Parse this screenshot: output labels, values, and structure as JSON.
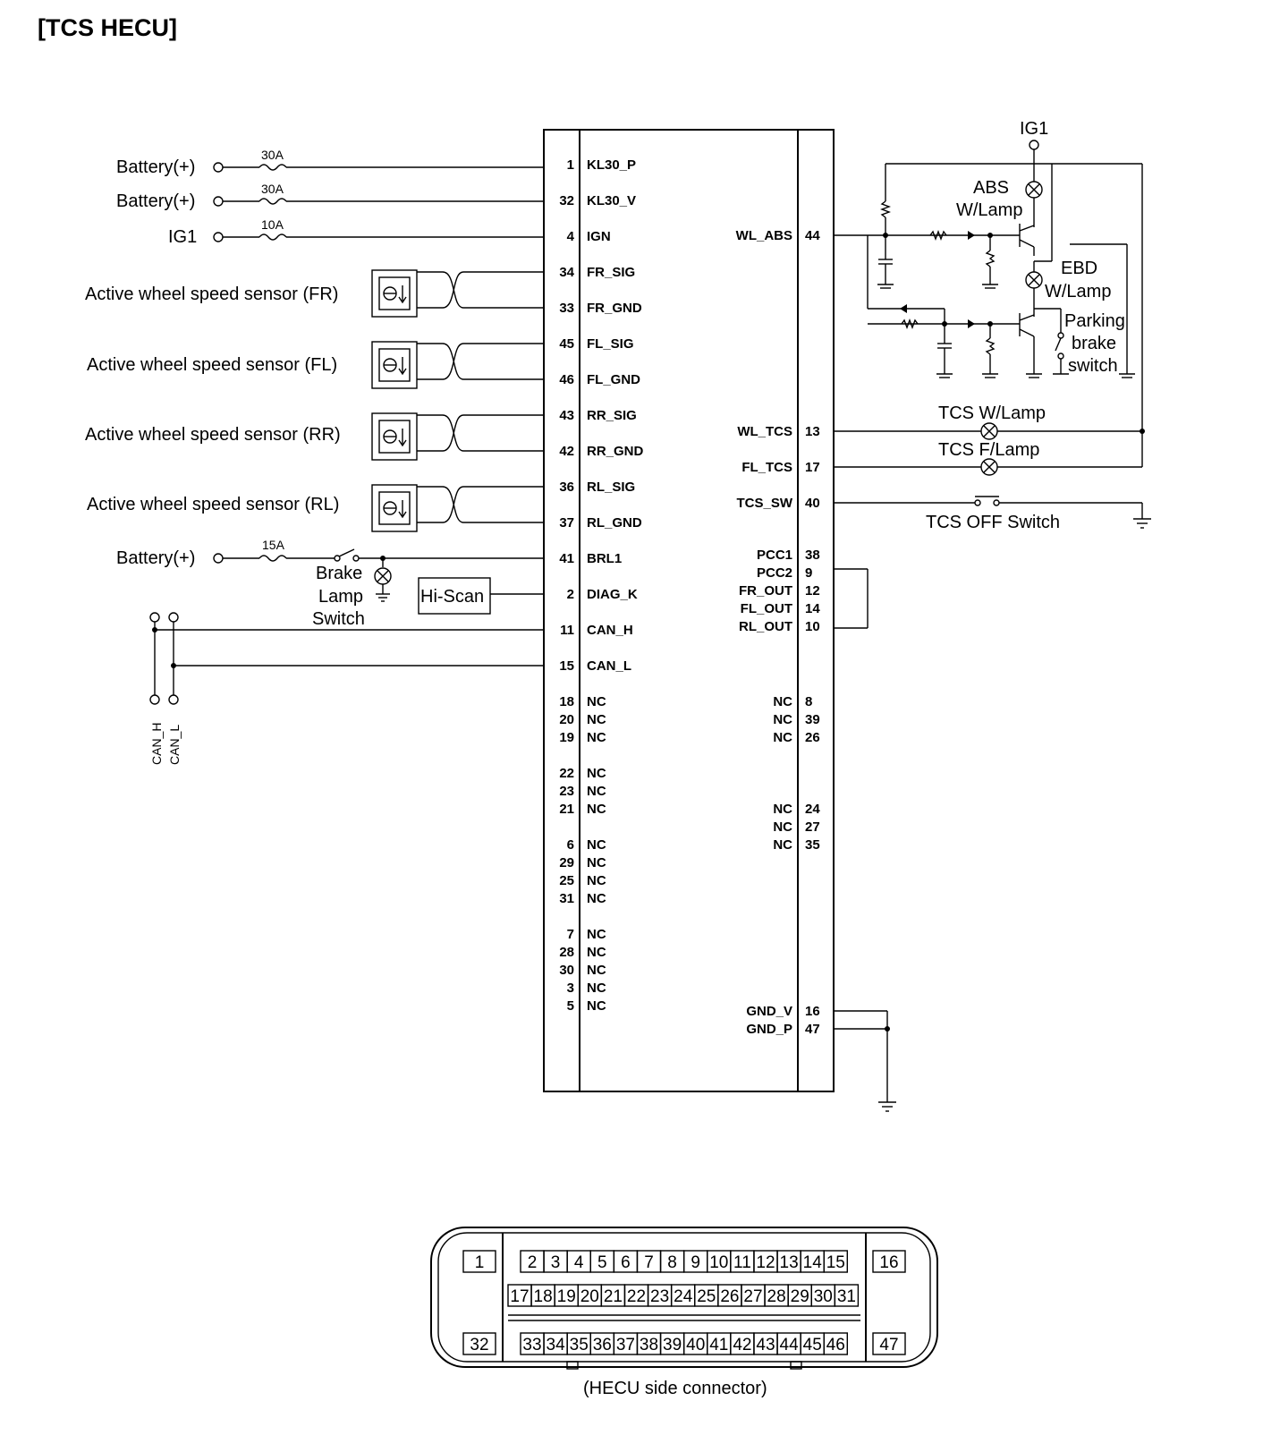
{
  "title": "[TCS   HECU]",
  "left_inputs": {
    "battery_1": "Battery(+)",
    "battery_2": "Battery(+)",
    "ig1": "IG1",
    "battery_3": "Battery(+)",
    "fuse_30a_1": "30A",
    "fuse_30a_2": "30A",
    "fuse_10a": "10A",
    "fuse_15a": "15A"
  },
  "sensors": {
    "fr": "Active wheel speed sensor (FR)",
    "fl": "Active wheel speed sensor (FL)",
    "rr": "Active wheel speed sensor (RR)",
    "rl": "Active wheel speed sensor (RL)"
  },
  "brake": {
    "line1": "Brake",
    "line2": "Lamp",
    "line3": "Switch"
  },
  "hiscan": "Hi-Scan",
  "can": {
    "h": "CAN_H",
    "l": "CAN_L"
  },
  "ecu_left_pins": [
    {
      "pin": "1",
      "signal": "KL30_P"
    },
    {
      "pin": "32",
      "signal": "KL30_V"
    },
    {
      "pin": "4",
      "signal": "IGN"
    },
    {
      "pin": "34",
      "signal": "FR_SIG"
    },
    {
      "pin": "33",
      "signal": "FR_GND"
    },
    {
      "pin": "45",
      "signal": "FL_SIG"
    },
    {
      "pin": "46",
      "signal": "FL_GND"
    },
    {
      "pin": "43",
      "signal": "RR_SIG"
    },
    {
      "pin": "42",
      "signal": "RR_GND"
    },
    {
      "pin": "36",
      "signal": "RL_SIG"
    },
    {
      "pin": "37",
      "signal": "RL_GND"
    },
    {
      "pin": "41",
      "signal": "BRL1"
    },
    {
      "pin": "2",
      "signal": "DIAG_K"
    },
    {
      "pin": "11",
      "signal": "CAN_H"
    },
    {
      "pin": "15",
      "signal": "CAN_L"
    },
    {
      "pin": "18",
      "signal": "NC"
    },
    {
      "pin": "20",
      "signal": "NC"
    },
    {
      "pin": "19",
      "signal": "NC"
    },
    {
      "pin": "22",
      "signal": "NC"
    },
    {
      "pin": "23",
      "signal": "NC"
    },
    {
      "pin": "21",
      "signal": "NC"
    },
    {
      "pin": "6",
      "signal": "NC"
    },
    {
      "pin": "29",
      "signal": "NC"
    },
    {
      "pin": "25",
      "signal": "NC"
    },
    {
      "pin": "31",
      "signal": "NC"
    },
    {
      "pin": "7",
      "signal": "NC"
    },
    {
      "pin": "28",
      "signal": "NC"
    },
    {
      "pin": "30",
      "signal": "NC"
    },
    {
      "pin": "3",
      "signal": "NC"
    },
    {
      "pin": "5",
      "signal": "NC"
    }
  ],
  "ecu_right_pins": [
    {
      "pin": "44",
      "signal": "WL_ABS"
    },
    {
      "pin": "13",
      "signal": "WL_TCS"
    },
    {
      "pin": "17",
      "signal": "FL_TCS"
    },
    {
      "pin": "40",
      "signal": "TCS_SW"
    },
    {
      "pin": "38",
      "signal": "PCC1"
    },
    {
      "pin": "9",
      "signal": "PCC2"
    },
    {
      "pin": "12",
      "signal": "FR_OUT"
    },
    {
      "pin": "14",
      "signal": "FL_OUT"
    },
    {
      "pin": "10",
      "signal": "RL_OUT"
    },
    {
      "pin": "8",
      "signal": "NC"
    },
    {
      "pin": "39",
      "signal": "NC"
    },
    {
      "pin": "26",
      "signal": "NC"
    },
    {
      "pin": "24",
      "signal": "NC"
    },
    {
      "pin": "27",
      "signal": "NC"
    },
    {
      "pin": "35",
      "signal": "NC"
    },
    {
      "pin": "16",
      "signal": "GND_V"
    },
    {
      "pin": "47",
      "signal": "GND_P"
    }
  ],
  "right_side": {
    "ig1": "IG1",
    "abs_1": "ABS",
    "abs_2": "W/Lamp",
    "ebd_1": "EBD",
    "ebd_2": "W/Lamp",
    "park_1": "Parking",
    "park_2": "brake",
    "park_3": "switch",
    "tcs_wlamp": "TCS W/Lamp",
    "tcs_flamp": "TCS F/Lamp",
    "tcs_off": "TCS OFF Switch"
  },
  "connector": {
    "caption": "(HECU side connector)",
    "left_top": "1",
    "left_bottom": "32",
    "right_top": "16",
    "right_bottom": "47",
    "row1": [
      "2",
      "3",
      "4",
      "5",
      "6",
      "7",
      "8",
      "9",
      "10",
      "11",
      "12",
      "13",
      "14",
      "15"
    ],
    "row2": [
      "17",
      "18",
      "19",
      "20",
      "21",
      "22",
      "23",
      "24",
      "25",
      "26",
      "27",
      "28",
      "29",
      "30",
      "31"
    ],
    "row3": [
      "33",
      "34",
      "35",
      "36",
      "37",
      "38",
      "39",
      "40",
      "41",
      "42",
      "43",
      "44",
      "45",
      "46"
    ]
  }
}
